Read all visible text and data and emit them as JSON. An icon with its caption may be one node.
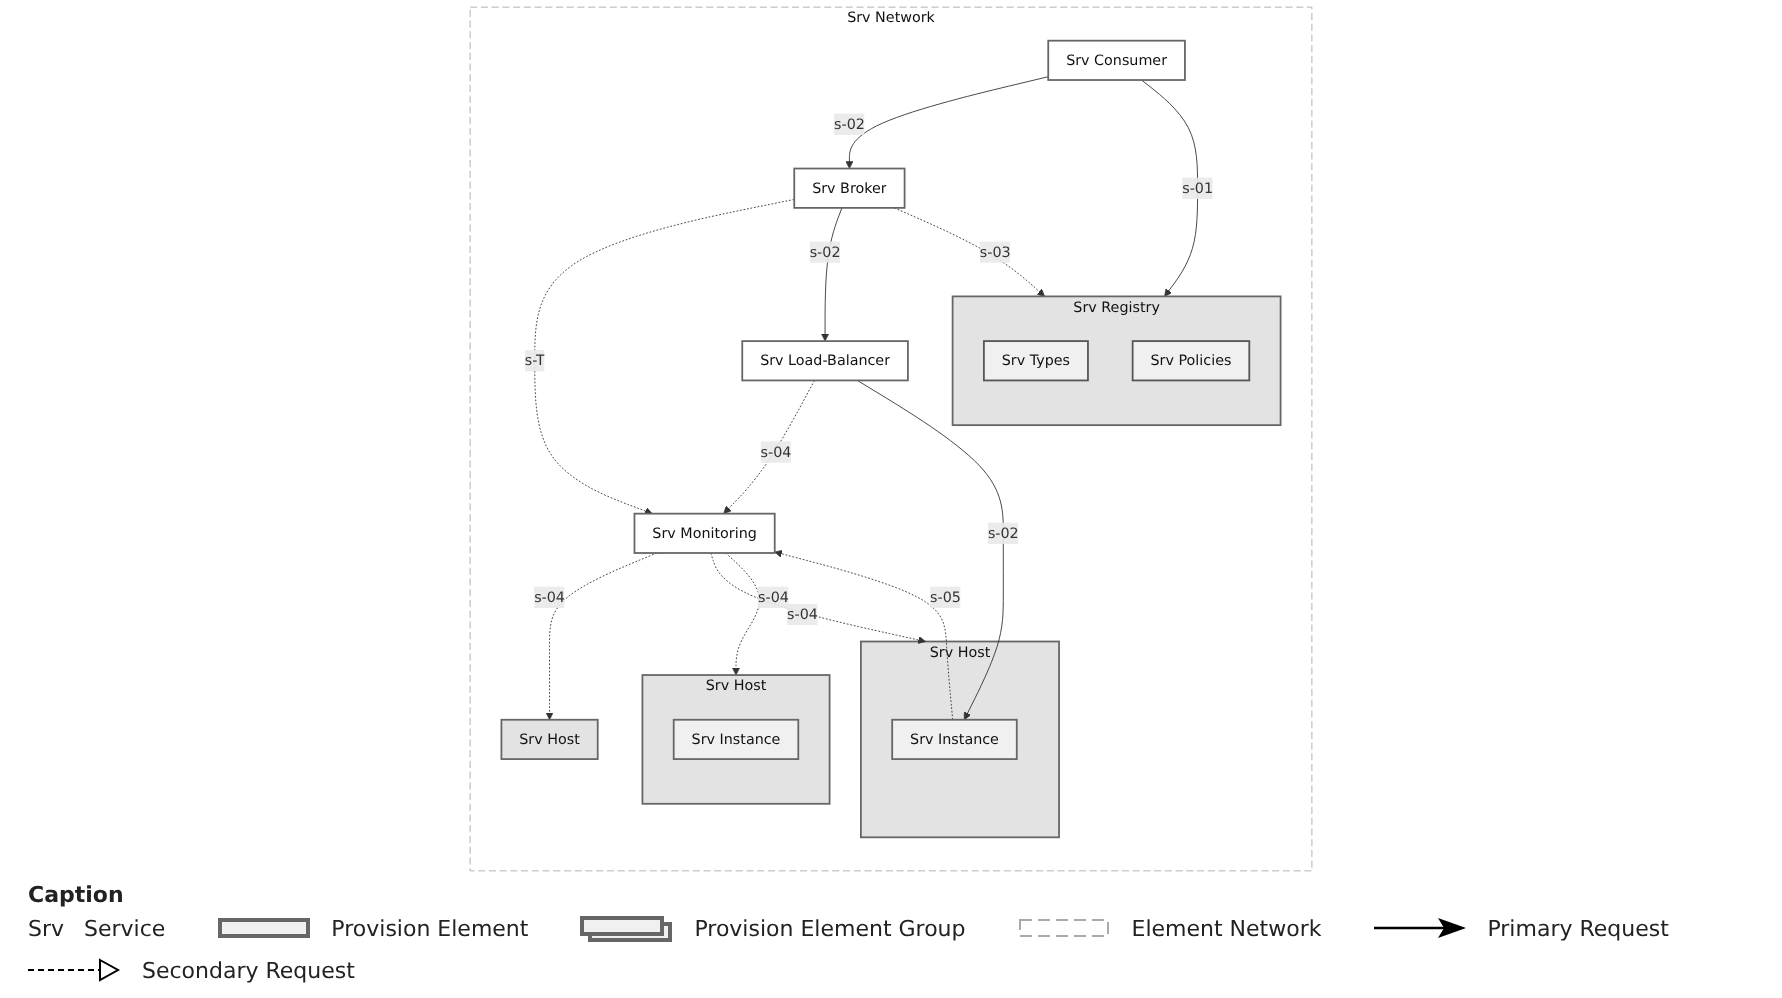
{
  "diagram": {
    "nodes": [
      {
        "text": [
          "Srv Network"
        ]
      },
      {
        "text": [
          "Srv Consumer"
        ],
        "in": 0
      },
      {
        "text": [
          "Srv Broker"
        ],
        "in": 0
      },
      {
        "text": [
          "Srv Monitoring"
        ],
        "in": 0
      },
      {
        "text": [
          "Srv Load-Balancer"
        ],
        "in": 0
      },
      {
        "text": [
          "Srv Registry"
        ],
        "in": 0
      },
      {
        "text": [
          "Srv Types"
        ],
        "in": 5
      },
      {
        "text": [
          "Srv Policies"
        ],
        "in": 5
      },
      {
        "text": [
          "Srv Host"
        ],
        "in": 0
      },
      {
        "text": [
          "Srv Host"
        ],
        "in": 0
      },
      {
        "text": [
          "Srv Instance"
        ],
        "in": 9
      },
      {
        "text": [
          "Srv Host"
        ],
        "in": 0
      },
      {
        "text": [
          "Srv Instance"
        ],
        "in": 11
      }
    ],
    "edges": [
      {
        "from": 1,
        "to": 2,
        "arrow": "to",
        "label": "s-02"
      },
      {
        "from": 1,
        "to": 5,
        "arrow": "to",
        "label": "s-01"
      },
      {
        "from": 2,
        "to": 3,
        "arrow": "to",
        "label": "s-T",
        "style": "dashed"
      },
      {
        "from": 2,
        "to": 4,
        "arrow": "to",
        "label": "s-02"
      },
      {
        "from": 2,
        "to": 5,
        "arrow": "to",
        "label": "s-03",
        "style": "dashed"
      },
      {
        "from": 4,
        "to": 3,
        "arrow": "to",
        "label": "s-04",
        "style": "dashed"
      },
      {
        "from": 4,
        "to": 10,
        "arrow": "to",
        "label": "s-02"
      },
      {
        "from": 3,
        "to": 8,
        "arrow": "to",
        "label": "s-04",
        "style": "dashed"
      },
      {
        "from": 3,
        "to": 9,
        "arrow": "to",
        "label": "s-04",
        "style": "dashed"
      },
      {
        "from": 10,
        "to": 3,
        "arrow": "to",
        "label": "s-05",
        "style": "dashed"
      },
      {
        "from": 3,
        "to": 11,
        "arrow": "to",
        "label": "s-04",
        "style": "dashed"
      }
    ],
    "labels": [
      "Caption",
      "Srv",
      "Service"
    ],
    "legend": [
      {
        "text": "Provision Element"
      },
      {
        "text": "Provision Element Group"
      },
      {
        "text": "Element Network"
      },
      {
        "text": "Primary Request"
      },
      {
        "text": "Secondary Request"
      }
    ]
  }
}
